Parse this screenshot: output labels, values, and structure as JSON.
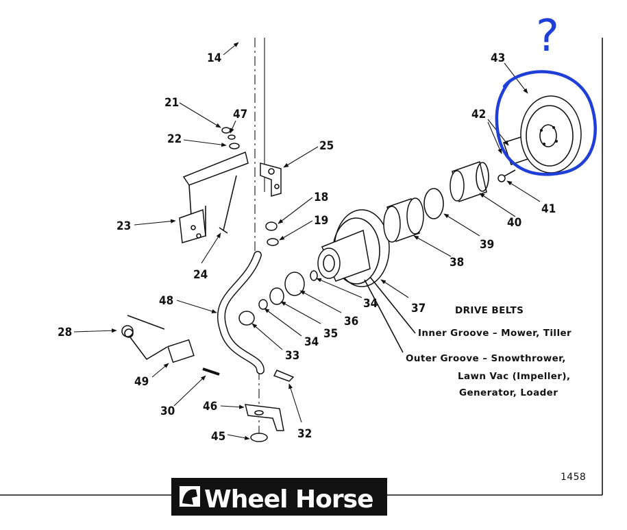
{
  "callouts": [
    {
      "id": "14",
      "text": "14"
    },
    {
      "id": "21",
      "text": "21"
    },
    {
      "id": "47",
      "text": "47"
    },
    {
      "id": "22",
      "text": "22"
    },
    {
      "id": "25",
      "text": "25"
    },
    {
      "id": "18",
      "text": "18"
    },
    {
      "id": "19",
      "text": "19"
    },
    {
      "id": "23",
      "text": "23"
    },
    {
      "id": "24",
      "text": "24"
    },
    {
      "id": "48",
      "text": "48"
    },
    {
      "id": "28",
      "text": "28"
    },
    {
      "id": "49",
      "text": "49"
    },
    {
      "id": "30",
      "text": "30"
    },
    {
      "id": "33",
      "text": "33"
    },
    {
      "id": "34a",
      "text": "34"
    },
    {
      "id": "35",
      "text": "35"
    },
    {
      "id": "36",
      "text": "36"
    },
    {
      "id": "34b",
      "text": "34"
    },
    {
      "id": "37",
      "text": "37"
    },
    {
      "id": "38",
      "text": "38"
    },
    {
      "id": "39",
      "text": "39"
    },
    {
      "id": "40",
      "text": "40"
    },
    {
      "id": "41",
      "text": "41"
    },
    {
      "id": "42",
      "text": "42"
    },
    {
      "id": "43",
      "text": "43"
    },
    {
      "id": "46",
      "text": "46"
    },
    {
      "id": "45",
      "text": "45"
    },
    {
      "id": "32",
      "text": "32"
    }
  ],
  "drive_belts": {
    "heading": "DRIVE BELTS",
    "inner": "Inner Groove – Mower, Tiller",
    "outer_1": "Outer Groove – Snowthrower,",
    "outer_2": "Lawn Vac (Impeller),",
    "outer_3": "Generator, Loader"
  },
  "figure_number": "1458",
  "brand": "Wheel Horse",
  "annotation": {
    "mark": "?",
    "color": "#1f3fd6"
  }
}
